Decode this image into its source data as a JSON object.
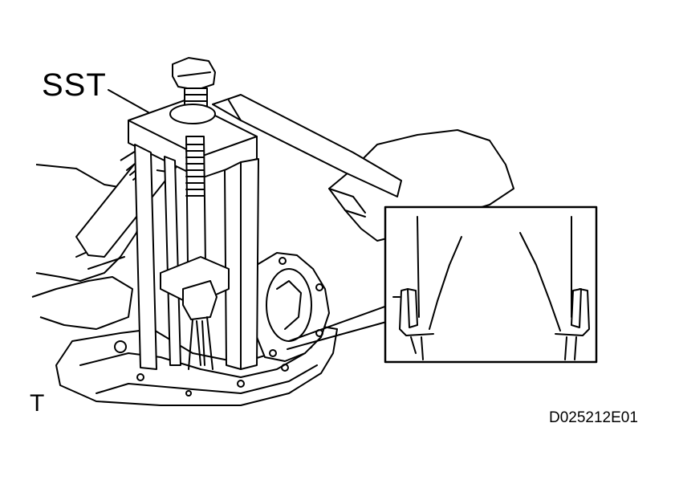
{
  "labels": {
    "tool": "SST",
    "orientation": "T",
    "figure_code": "D025212E01"
  },
  "colors": {
    "line": "#000000",
    "background": "#ffffff"
  }
}
